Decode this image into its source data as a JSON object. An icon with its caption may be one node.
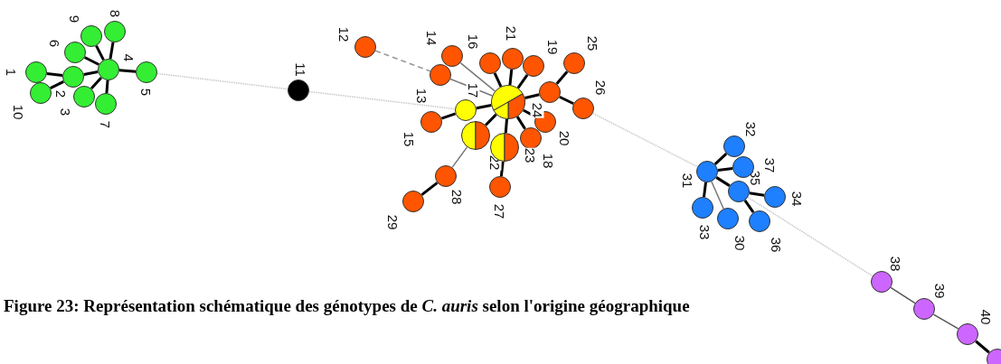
{
  "diagram": {
    "caption": "Figure 23: Représentation schématique des génotypes de *C. auris* selon l'origine géographique",
    "nodes": [
      {
        "text": [],
        "shape": "circle",
        "beside": [
          "1"
        ]
      },
      {
        "text": [],
        "shape": "circle",
        "beside": [
          "2"
        ]
      },
      {
        "text": [],
        "shape": "circle",
        "beside": [
          "3"
        ]
      },
      {
        "text": [],
        "shape": "circle",
        "beside": [
          "4"
        ]
      },
      {
        "text": [],
        "shape": "circle",
        "beside": [
          "5"
        ]
      },
      {
        "text": [],
        "shape": "circle",
        "beside": [
          "6"
        ]
      },
      {
        "text": [],
        "shape": "circle",
        "beside": [
          "7"
        ]
      },
      {
        "text": [],
        "shape": "circle",
        "beside": [
          "8"
        ]
      },
      {
        "text": [],
        "shape": "circle",
        "beside": [
          "9"
        ]
      },
      {
        "text": [],
        "shape": "circle",
        "beside": [
          "10"
        ]
      },
      {
        "text": [],
        "shape": "circle",
        "beside": [
          "11"
        ]
      },
      {
        "text": [],
        "shape": "circle",
        "beside": [
          "12"
        ]
      },
      {
        "text": [],
        "shape": "circle",
        "beside": [
          "13"
        ]
      },
      {
        "text": [],
        "shape": "circle",
        "beside": [
          "14"
        ]
      },
      {
        "text": [],
        "shape": "circle",
        "beside": [
          "15"
        ]
      },
      {
        "text": [],
        "shape": "circle",
        "beside": [
          "16"
        ]
      },
      {
        "text": [],
        "shape": "circle",
        "beside": [
          "17"
        ]
      },
      {
        "text": [],
        "shape": "circle",
        "beside": [
          "18"
        ]
      },
      {
        "text": [],
        "shape": "circle",
        "beside": [
          "19"
        ]
      },
      {
        "text": [],
        "shape": "circle",
        "beside": [
          "20"
        ]
      },
      {
        "text": [],
        "shape": "circle",
        "beside": [
          "21"
        ]
      },
      {
        "text": [],
        "shape": "circle",
        "beside": [
          "22"
        ]
      },
      {
        "text": [],
        "shape": "circle",
        "beside": [
          "23"
        ]
      },
      {
        "text": [],
        "shape": "circle",
        "beside": [
          "24"
        ]
      },
      {
        "text": [],
        "shape": "circle",
        "beside": [
          "25"
        ]
      },
      {
        "text": [],
        "shape": "circle",
        "beside": [
          "26"
        ]
      },
      {
        "text": [],
        "shape": "circle",
        "beside": [
          "27"
        ]
      },
      {
        "text": [],
        "shape": "circle",
        "beside": [
          "28"
        ]
      },
      {
        "text": [],
        "shape": "circle",
        "beside": [
          "29"
        ]
      },
      {
        "text": [],
        "shape": "circle",
        "beside": [
          "30"
        ]
      },
      {
        "text": [],
        "shape": "circle",
        "beside": [
          "31"
        ]
      },
      {
        "text": [],
        "shape": "circle",
        "beside": [
          "32"
        ]
      },
      {
        "text": [],
        "shape": "circle",
        "beside": [
          "33"
        ]
      },
      {
        "text": [],
        "shape": "circle",
        "beside": [
          "34"
        ]
      },
      {
        "text": [],
        "shape": "circle",
        "beside": [
          "35"
        ]
      },
      {
        "text": [],
        "shape": "circle",
        "beside": [
          "36"
        ]
      },
      {
        "text": [],
        "shape": "circle",
        "beside": [
          "37"
        ]
      },
      {
        "text": [],
        "shape": "circle",
        "beside": [
          "38"
        ]
      },
      {
        "text": [],
        "shape": "circle",
        "beside": [
          "39"
        ]
      },
      {
        "text": [],
        "shape": "circle",
        "beside": [
          "40"
        ]
      },
      {
        "text": [],
        "shape": "circle"
      },
      {
        "text": [],
        "shape": "circle"
      }
    ],
    "edges": [
      {
        "from": 0,
        "to": 1,
        "arrow": "none"
      },
      {
        "from": 9,
        "to": 1,
        "arrow": "none"
      },
      {
        "from": 1,
        "to": 3,
        "arrow": "none"
      },
      {
        "from": 5,
        "to": 3,
        "arrow": "none"
      },
      {
        "from": 8,
        "to": 3,
        "arrow": "none"
      },
      {
        "from": 7,
        "to": 3,
        "arrow": "none"
      },
      {
        "from": 3,
        "to": 4,
        "arrow": "none"
      },
      {
        "from": 3,
        "to": 6,
        "arrow": "none"
      },
      {
        "from": 3,
        "to": 2,
        "arrow": "none"
      },
      {
        "from": 4,
        "to": 10,
        "arrow": "none",
        "style": "dashed",
        "color": "#c8c8c8"
      },
      {
        "from": 10,
        "to": 16,
        "arrow": "none",
        "style": "dashed",
        "color": "#c8c8c8"
      },
      {
        "from": 11,
        "to": 12,
        "arrow": "none",
        "style": "dashed",
        "color": "#999999"
      },
      {
        "from": 12,
        "to": 23,
        "arrow": "none",
        "color": "#777777"
      },
      {
        "from": 13,
        "to": 23,
        "arrow": "none",
        "color": "#777777"
      },
      {
        "from": 15,
        "to": 23,
        "arrow": "none"
      },
      {
        "from": 20,
        "to": 23,
        "arrow": "none"
      },
      {
        "from": 18,
        "to": 23,
        "arrow": "none"
      },
      {
        "from": 40,
        "to": 23,
        "arrow": "none"
      },
      {
        "from": 40,
        "to": 24,
        "arrow": "none"
      },
      {
        "from": 40,
        "to": 25,
        "arrow": "none"
      },
      {
        "from": 23,
        "to": 16,
        "arrow": "none"
      },
      {
        "from": 16,
        "to": 14,
        "arrow": "none"
      },
      {
        "from": 23,
        "to": 21,
        "arrow": "none"
      },
      {
        "from": 23,
        "to": 22,
        "arrow": "none"
      },
      {
        "from": 23,
        "to": 17,
        "arrow": "none"
      },
      {
        "from": 23,
        "to": 19,
        "arrow": "none"
      },
      {
        "from": 21,
        "to": 27,
        "arrow": "none",
        "color": "#777777"
      },
      {
        "from": 27,
        "to": 28,
        "arrow": "none"
      },
      {
        "from": 22,
        "to": 26,
        "arrow": "none"
      },
      {
        "from": 25,
        "to": 30,
        "arrow": "none",
        "style": "dashed",
        "color": "#c8c8c8"
      },
      {
        "from": 30,
        "to": 31,
        "arrow": "none"
      },
      {
        "from": 30,
        "to": 36,
        "arrow": "none"
      },
      {
        "from": 30,
        "to": 34,
        "arrow": "none"
      },
      {
        "from": 34,
        "to": 33,
        "arrow": "none"
      },
      {
        "from": 34,
        "to": 35,
        "arrow": "none"
      },
      {
        "from": 30,
        "to": 32,
        "arrow": "none"
      },
      {
        "from": 30,
        "to": 29,
        "arrow": "none",
        "color": "#777777"
      },
      {
        "from": 34,
        "to": 37,
        "arrow": "none",
        "style": "dashed",
        "color": "#c8c8c8"
      },
      {
        "from": 37,
        "to": 38,
        "arrow": "none",
        "color": "#555555"
      },
      {
        "from": 38,
        "to": 39,
        "arrow": "none",
        "color": "#555555"
      },
      {
        "from": 39,
        "to": 41,
        "arrow": "none"
      }
    ]
  }
}
